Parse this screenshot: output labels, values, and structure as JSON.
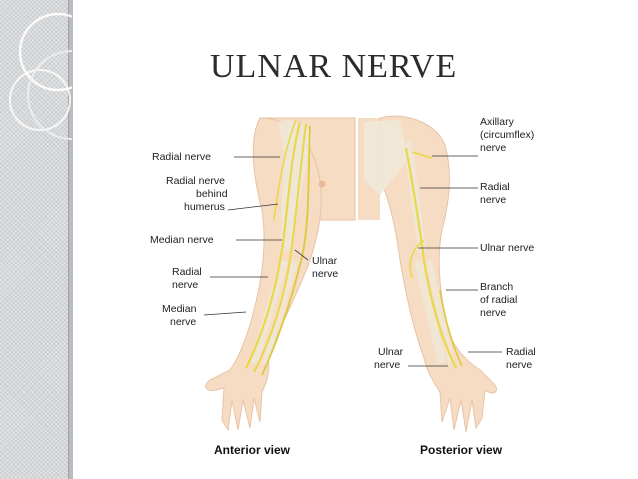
{
  "title": "ULNAR NERVE",
  "anterior": {
    "labels": {
      "radial_nerve": "Radial nerve",
      "radial_behind_1": "Radial nerve",
      "radial_behind_2": "behind",
      "radial_behind_3": "humerus",
      "median_nerve": "Median nerve",
      "ulnar_1": "Ulnar",
      "ulnar_2": "nerve",
      "radial_lower_1": "Radial",
      "radial_lower_2": "nerve",
      "median_lower_1": "Median",
      "median_lower_2": "nerve"
    },
    "caption": "Anterior view"
  },
  "posterior": {
    "labels": {
      "axillary_1": "Axillary",
      "axillary_2": "(circumflex)",
      "axillary_3": "nerve",
      "radial_1": "Radial",
      "radial_2": "nerve",
      "ulnar_nerve": "Ulnar nerve",
      "branch_1": "Branch",
      "branch_2": "of radial",
      "branch_3": "nerve",
      "ulnar_lower_1": "Ulnar",
      "ulnar_lower_2": "nerve",
      "radial_lower_1": "Radial",
      "radial_lower_2": "nerve"
    },
    "caption": "Posterior view"
  },
  "colors": {
    "skin": "#f7dcc4",
    "bone": "#efe8d8",
    "nerve": "#e8d84a",
    "band": "#d6d8da"
  }
}
